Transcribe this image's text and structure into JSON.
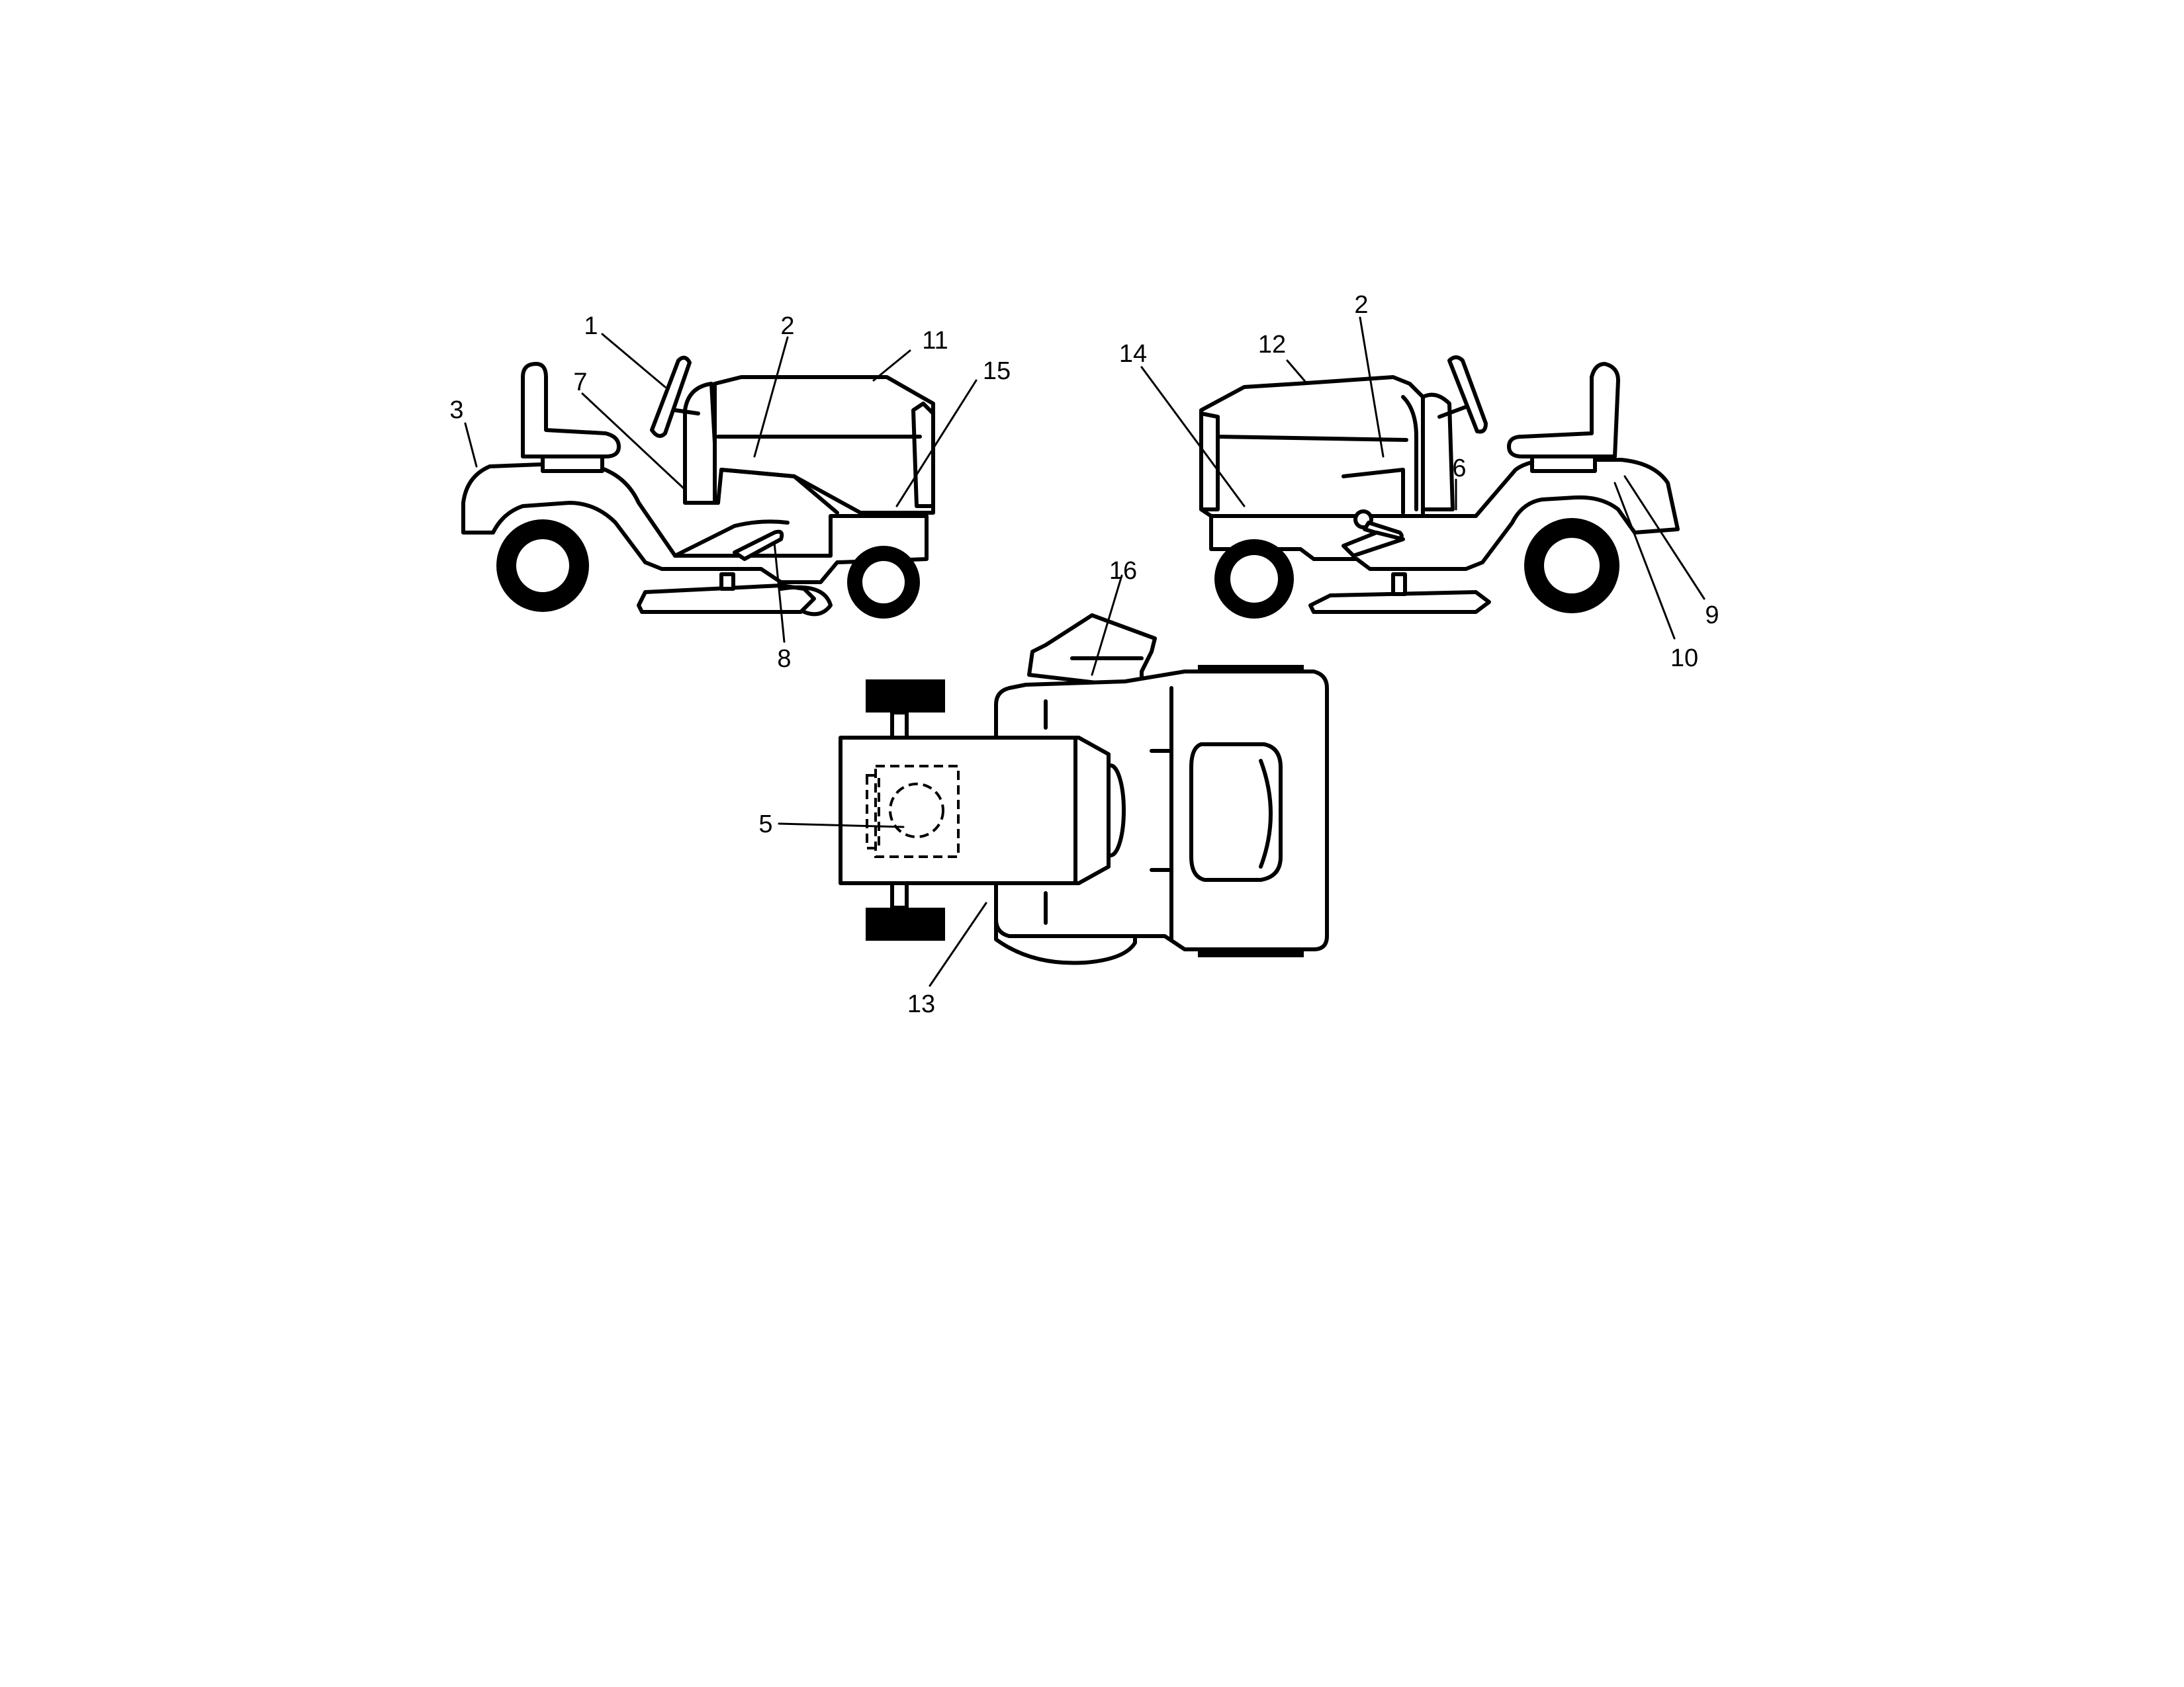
{
  "callouts": [
    {
      "id": "c1",
      "text": "1"
    },
    {
      "id": "c2a",
      "text": "2"
    },
    {
      "id": "c3",
      "text": "3"
    },
    {
      "id": "c5",
      "text": "5"
    },
    {
      "id": "c6",
      "text": "6"
    },
    {
      "id": "c7",
      "text": "7"
    },
    {
      "id": "c8",
      "text": "8"
    },
    {
      "id": "c9",
      "text": "9"
    },
    {
      "id": "c10",
      "text": "10"
    },
    {
      "id": "c11",
      "text": "11"
    },
    {
      "id": "c12",
      "text": "12"
    },
    {
      "id": "c13",
      "text": "13"
    },
    {
      "id": "c14",
      "text": "14"
    },
    {
      "id": "c15",
      "text": "15"
    },
    {
      "id": "c16",
      "text": "16"
    },
    {
      "id": "c2b",
      "text": "2"
    }
  ]
}
